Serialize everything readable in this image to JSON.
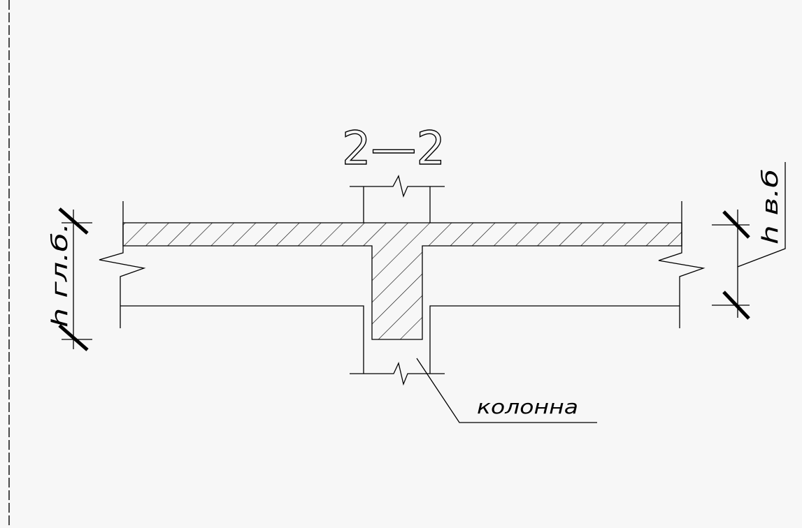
{
  "section_title": "2—2",
  "label_column": "колонна",
  "dim_main_beam": "h гл.б.",
  "dim_secondary_beam": "h в.б",
  "colors": {
    "background": "#f7f7f7",
    "line": "#000000"
  }
}
